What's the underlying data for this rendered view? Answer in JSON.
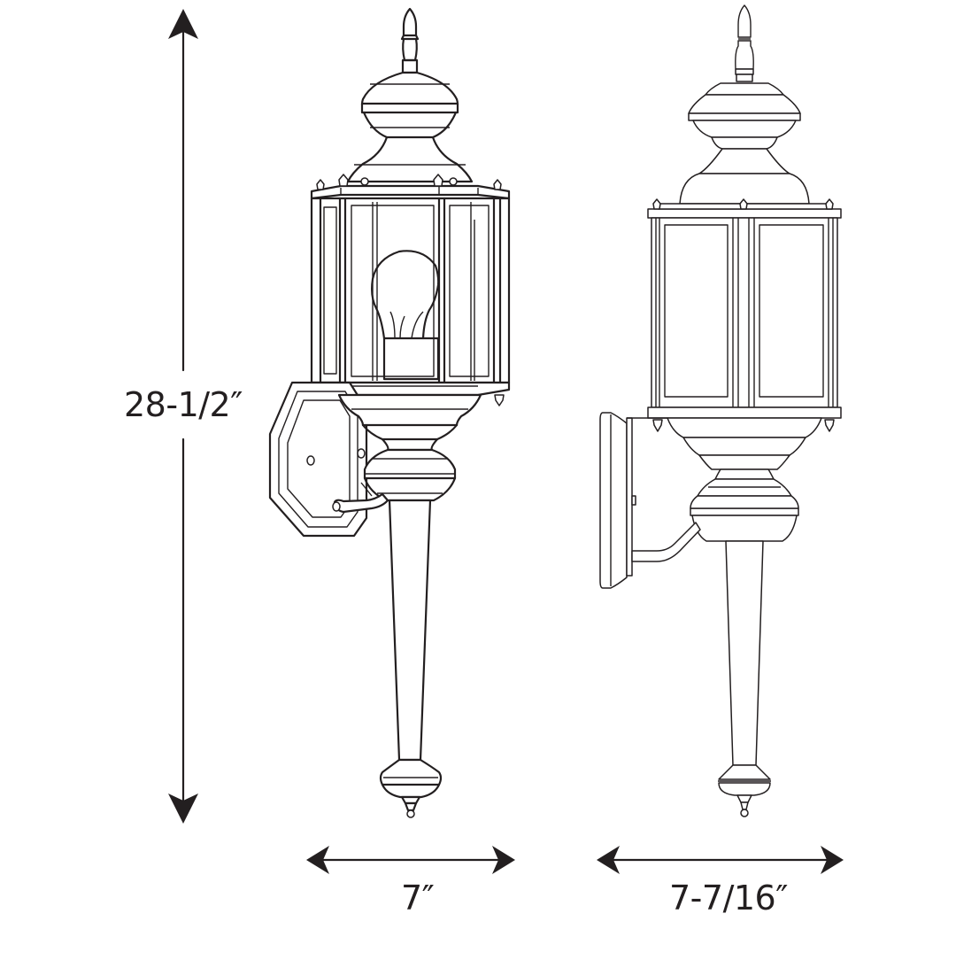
{
  "diagram": {
    "type": "product-dimension-drawing",
    "subject": "outdoor wall lantern",
    "views": [
      {
        "name": "front-view",
        "shows_bulb": true,
        "mount": "octagonal wall plate"
      },
      {
        "name": "side-view",
        "shows_bulb": false,
        "mount": "rectangular wall plate with arm"
      }
    ],
    "dimensions": {
      "height": {
        "label": "28-1/2″",
        "orientation": "vertical"
      },
      "width_front": {
        "label": "7″",
        "orientation": "horizontal"
      },
      "width_side": {
        "label": "7-7/16″",
        "orientation": "horizontal"
      }
    },
    "colors": {
      "line": "#231f20",
      "background": "#ffffff"
    }
  }
}
